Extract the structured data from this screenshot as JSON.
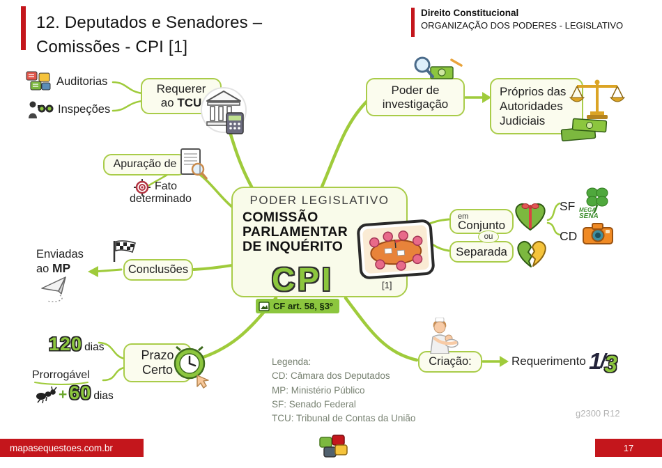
{
  "colors": {
    "accent_green": "#8CC63E",
    "line_green": "#9FCB3B",
    "brand_red": "#C4161C",
    "box_bg": "#FBFCEE",
    "legend_gray": "#788272"
  },
  "header": {
    "title_line1": "12. Deputados e Senadores –",
    "title_line2": "Comissões - CPI [1]",
    "subject": "Direito Constitucional",
    "topic": "ORGANIZAÇÃO DOS PODERES - LEGISLATIVO"
  },
  "center": {
    "kicker": "PODER LEGISLATIVO",
    "line1": "COMISSÃO",
    "line2": "PARLAMENTAR",
    "line3": "DE INQUÉRITO",
    "acronym": "CPI",
    "footnote": "[1]",
    "article": "CF art. 58, §3º"
  },
  "nodes": {
    "requerer": {
      "line1": "Requerer",
      "line2_prefix": "ao ",
      "line2_bold": "TCU"
    },
    "auditorias": "Auditorias",
    "inspecoes": "Inspeções",
    "apuracao": "Apuração de",
    "fato_line1": "Fato",
    "fato_line2": "determinado",
    "conclusoes": "Conclusões",
    "enviadas_line1": "Enviadas",
    "enviadas_prefix": "ao ",
    "enviadas_bold": "MP",
    "prazo_line1": "Prazo",
    "prazo_line2": "Certo",
    "dias120_num": "120",
    "dias120_suffix": "dias",
    "prorrogavel": "Prorrogável",
    "dias60_plus": "+",
    "dias60_num": "60",
    "dias60_suffix": "dias",
    "investigacao_line1": "Poder de",
    "investigacao_line2": "investigação",
    "proprios_line1": "Próprios das",
    "proprios_line2": "Autoridades",
    "proprios_line3": "Judiciais",
    "em": "em",
    "conjunto": "Conjunto",
    "ou": "ou",
    "separada": "Separada",
    "sf": "SF",
    "cd": "CD",
    "mega": "MEGA",
    "sena": "SENA",
    "criacao": "Criação:",
    "requerimento": "Requerimento",
    "fraction_num": "1",
    "fraction_slash": "/",
    "fraction_den": "3"
  },
  "legend": {
    "title": "Legenda:",
    "items": [
      "CD: Câmara dos Deputados",
      "MP: Ministério Público",
      "SF: Senado Federal",
      "TCU: Tribunal de Contas da União"
    ]
  },
  "footer": {
    "site": "mapasequestoes.com.br",
    "page": "17",
    "code": "g2300 R12"
  }
}
